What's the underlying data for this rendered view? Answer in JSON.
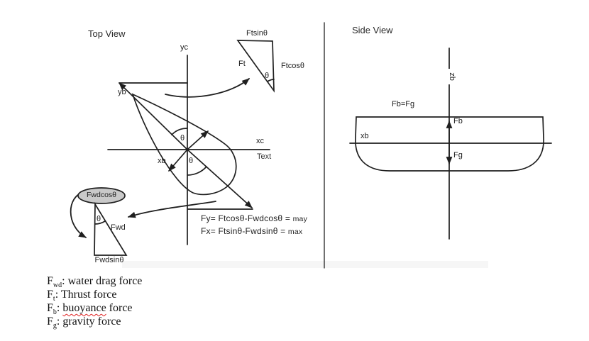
{
  "top_view": {
    "title": "Top View",
    "axes": {
      "yc": "yc",
      "xc": "xc",
      "yb": "yb",
      "xb": "xb"
    },
    "theta": "θ",
    "text_placeholder": "Text",
    "thrust_triangle": {
      "hypotenuse": "Ft",
      "horizontal_leg": "Ftsinθ",
      "vertical_leg": "Ftcosθ",
      "angle": "θ"
    },
    "drag_triangle": {
      "hypotenuse": "Fwd",
      "highlighted_leg": "Fwdcosθ",
      "horizontal_leg": "Fwdsinθ",
      "angle": "θ"
    },
    "equations": [
      {
        "lhs": "Fy= Ftcosθ-Fwdcosθ =",
        "rhs": "may"
      },
      {
        "lhs": "Fx= Ftsinθ-Fwdsinθ =",
        "rhs": "max"
      }
    ]
  },
  "side_view": {
    "title": "Side View",
    "axes": {
      "zb": "zb",
      "xb": "xb"
    },
    "balance_label": "Fb=Fg",
    "buoyancy_arrow_label": "Fb",
    "gravity_arrow_label": "Fg"
  },
  "legend": {
    "items": [
      {
        "symbol": "F",
        "sub": "wd",
        "pre": ": water drag force",
        "wavy": "",
        "post": ""
      },
      {
        "symbol": "F",
        "sub": "t",
        "pre": ": Thrust force",
        "wavy": "",
        "post": ""
      },
      {
        "symbol": "F",
        "sub": "b",
        "pre": ": ",
        "wavy": "buoyance",
        "post": " force"
      },
      {
        "symbol": "F",
        "sub": "g",
        "pre": ": gravity force",
        "wavy": "",
        "post": ""
      }
    ]
  },
  "colors": {
    "ink": "#1f1f1f",
    "highlight_fill": "#c9c9c9",
    "spellcheck_red": "#e02020"
  }
}
